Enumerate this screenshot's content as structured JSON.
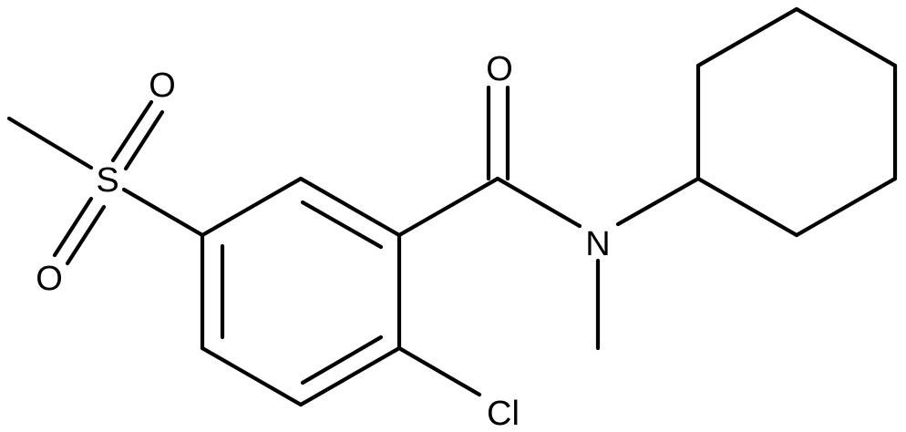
{
  "molecule": {
    "atoms": {
      "oxygen_top": "O",
      "sulfur": "S",
      "oxygen_bottom": "O",
      "carbonyl_oxygen": "O",
      "nitrogen": "N",
      "chlorine": "Cl"
    }
  }
}
